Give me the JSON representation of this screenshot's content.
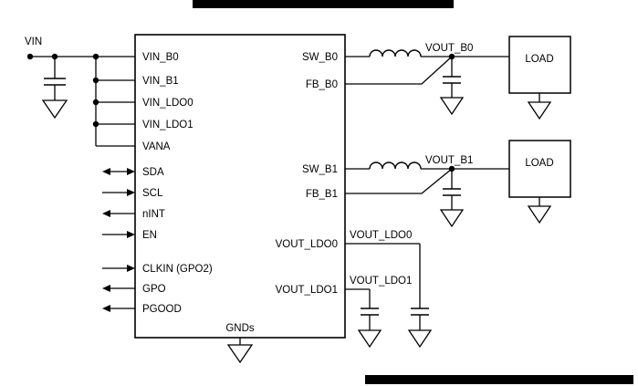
{
  "schematic": {
    "colors": {
      "wire": "#000000",
      "background": "#ffffff",
      "bar": "#000000"
    },
    "vin_label": "VIN",
    "ic": {
      "left_pins": [
        "VIN_B0",
        "VIN_B1",
        "VIN_LDO0",
        "VIN_LDO1",
        "VANA",
        "SDA",
        "SCL",
        "nINT",
        "EN",
        "CLKIN (GPO2)",
        "GPO",
        "PGOOD"
      ],
      "right_pins": [
        "SW_B0",
        "FB_B0",
        "SW_B1",
        "FB_B1",
        "VOUT_LDO0",
        "VOUT_LDO1"
      ],
      "bottom_pin": "GNDs"
    },
    "nets": {
      "vout_b0": "VOUT_B0",
      "vout_b1": "VOUT_B1",
      "vout_ldo0": "VOUT_LDO0",
      "vout_ldo1": "VOUT_LDO1"
    },
    "load_b0_label": "LOAD",
    "load_b1_label": "LOAD"
  }
}
